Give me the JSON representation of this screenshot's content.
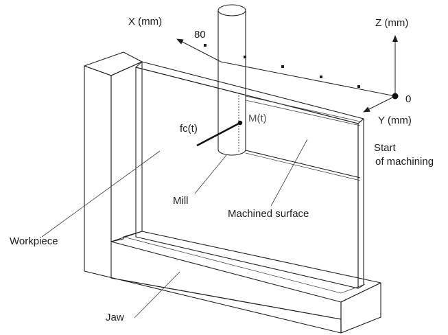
{
  "labels": {
    "x_axis": "X (mm)",
    "x_tick": "80",
    "z_axis": "Z (mm)",
    "origin": "0",
    "y_axis": "Y (mm)",
    "force": "fc(t)",
    "point": "M(t)",
    "start_line1": "Start",
    "start_line2": "of machining",
    "mill": "Mill",
    "machined_surface": "Machined surface",
    "workpiece": "Workpiece",
    "jaw": "Jaw"
  },
  "colors": {
    "stroke": "#1f1f1f",
    "text": "#1c1c1c",
    "muted_text": "#555555",
    "background": "#ffffff"
  }
}
